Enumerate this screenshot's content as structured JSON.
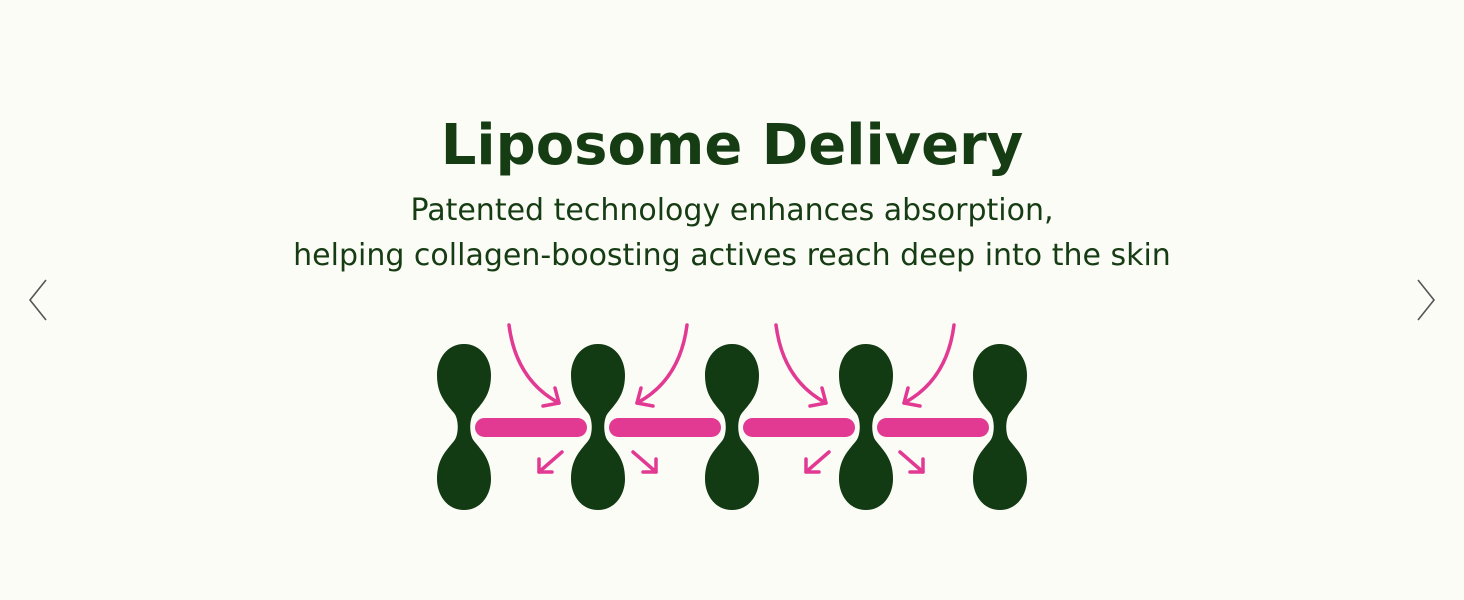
{
  "slide": {
    "title": "Liposome Delivery",
    "subtitle_line1": "Patented technology enhances absorption,",
    "subtitle_line2": "helping collagen-boosting actives reach deep into the skin"
  },
  "carousel": {
    "prev_icon": "chevron-left-icon",
    "next_icon": "chevron-right-icon"
  },
  "colors": {
    "background": "#fcfcf7",
    "heading_text": "#163c14",
    "liposome_green": "#123a13",
    "bilayer_pink": "#e23a93",
    "arrow_gray": "#555555"
  }
}
